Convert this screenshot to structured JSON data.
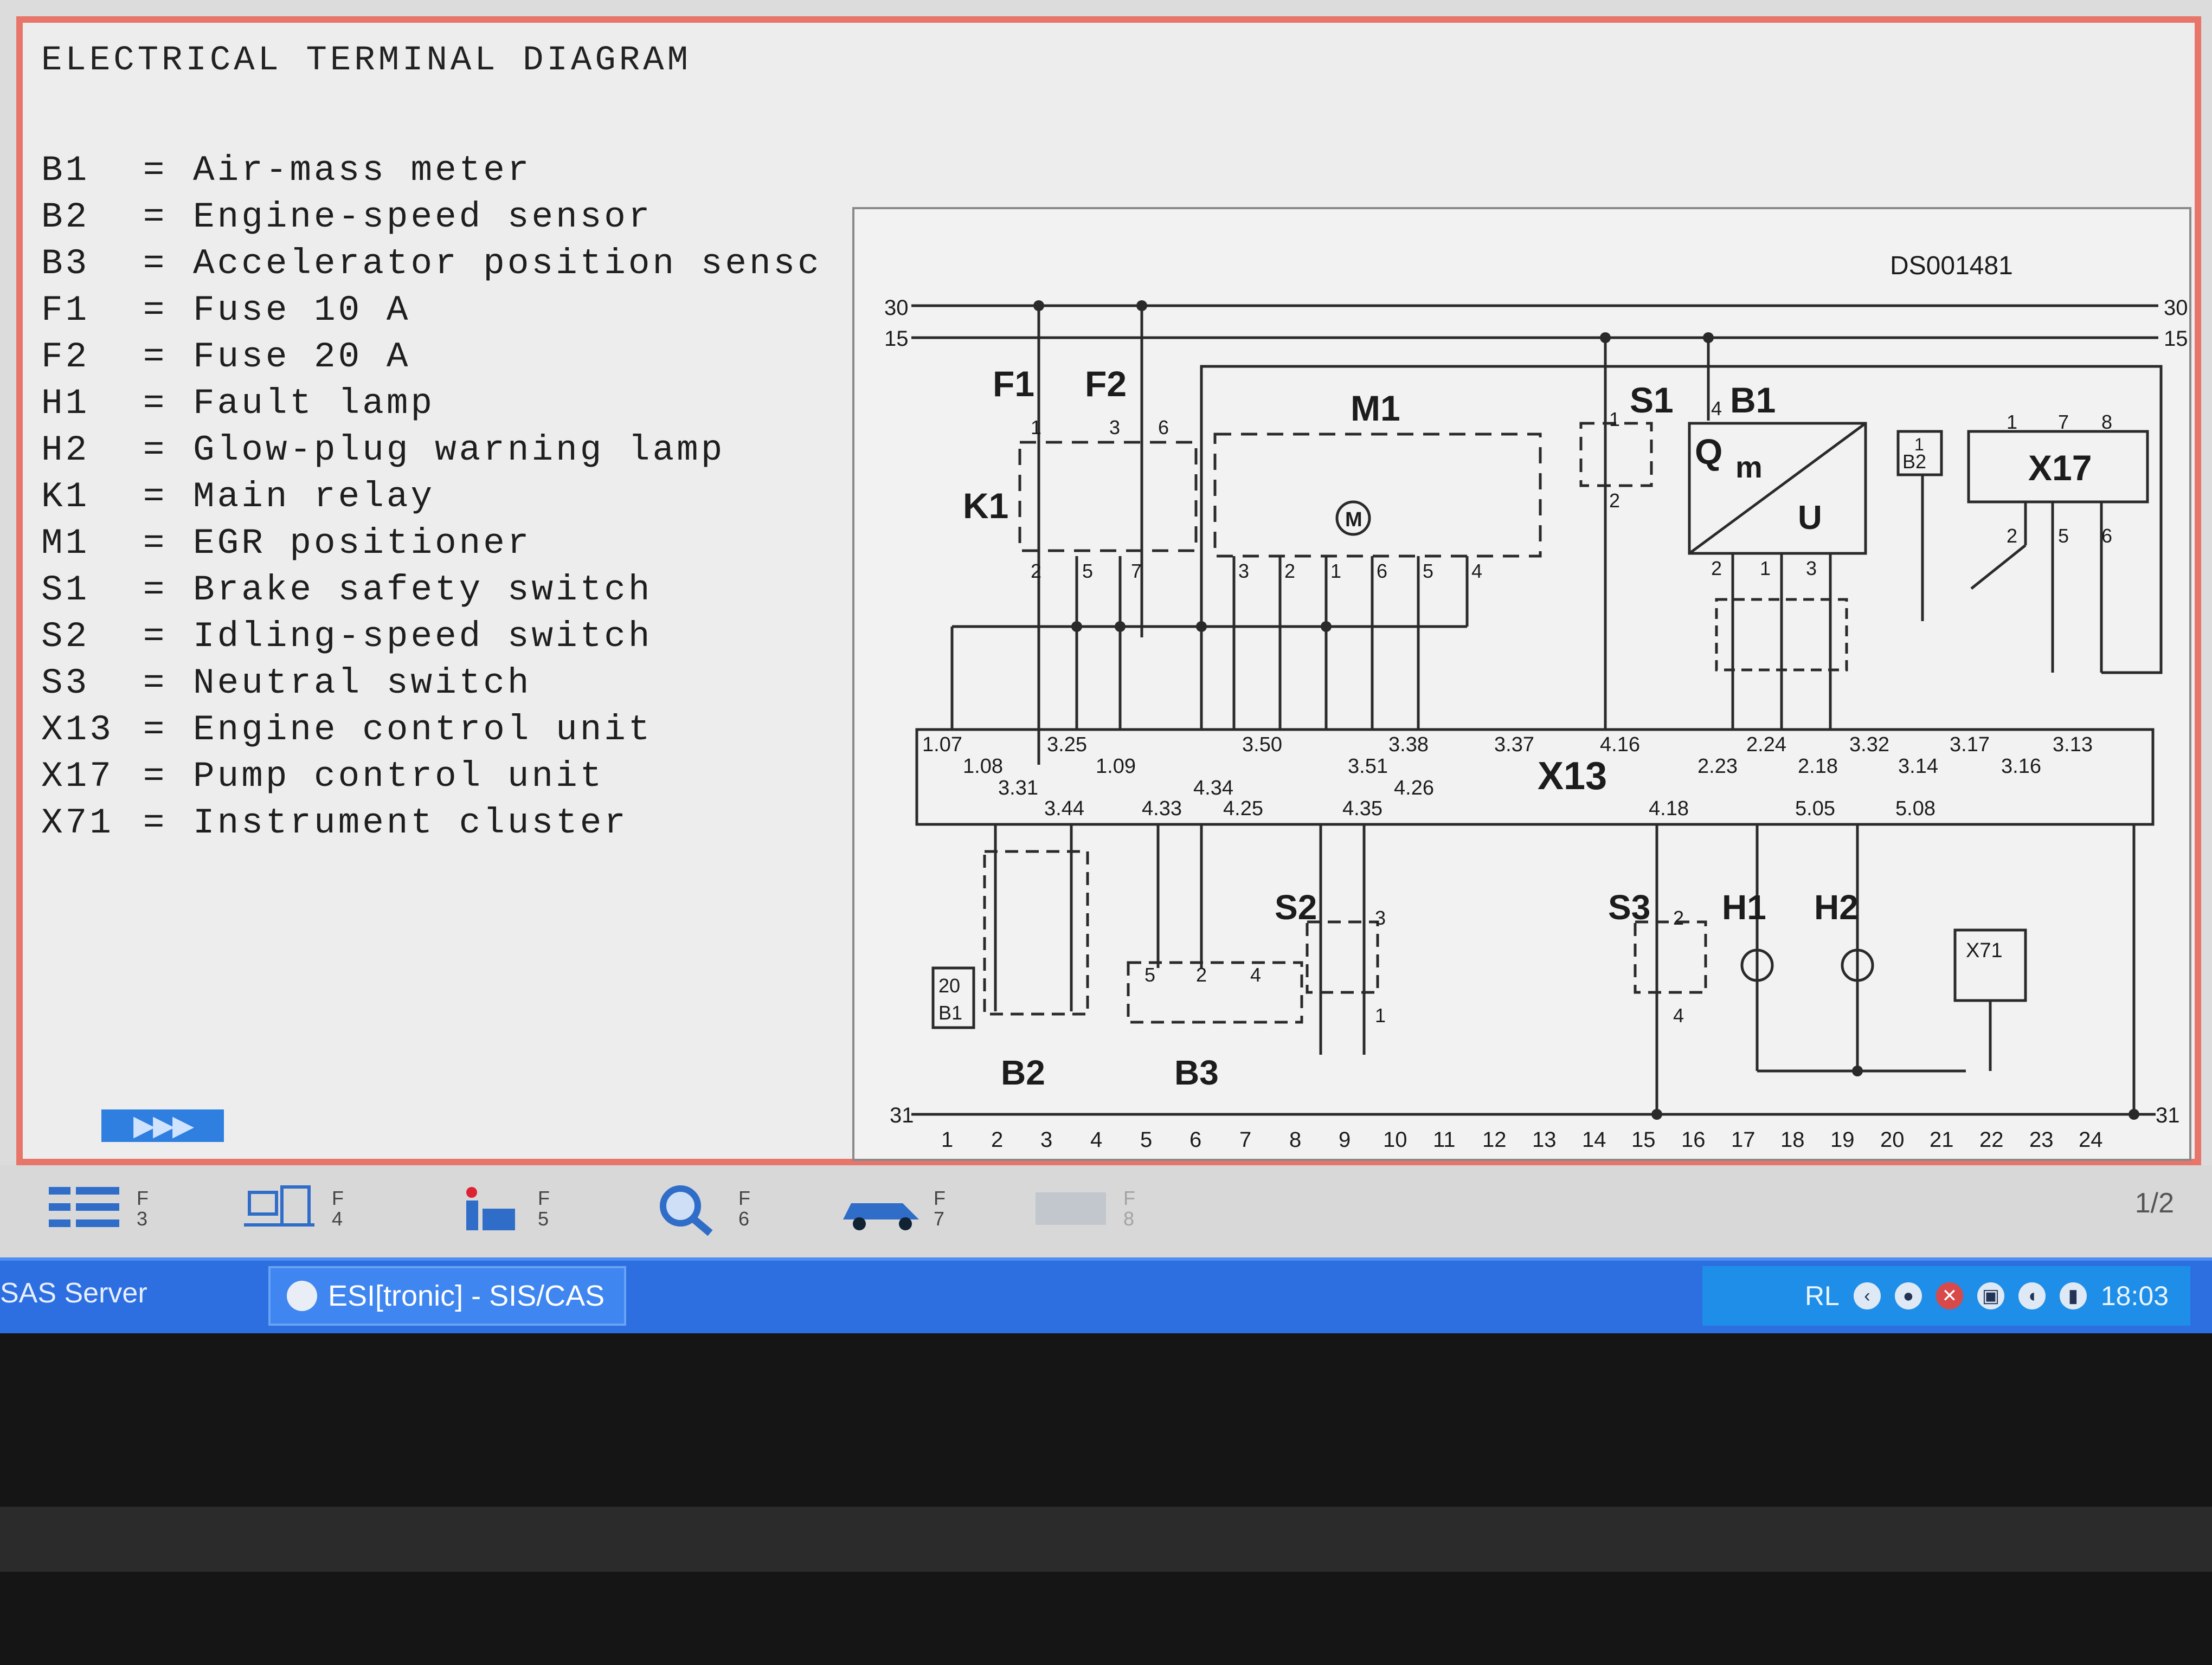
{
  "window": {
    "legend_title": "ELECTRICAL TERMINAL DIAGRAM",
    "legend": [
      {
        "code": "B1",
        "eq": "=",
        "desc": "Air-mass meter"
      },
      {
        "code": "B2",
        "eq": "=",
        "desc": "Engine-speed sensor"
      },
      {
        "code": "B3",
        "eq": "=",
        "desc": "Accelerator position sensc"
      },
      {
        "code": "F1",
        "eq": "=",
        "desc": "Fuse 10 A"
      },
      {
        "code": "F2",
        "eq": "=",
        "desc": "Fuse 20 A"
      },
      {
        "code": "H1",
        "eq": "=",
        "desc": "Fault lamp"
      },
      {
        "code": "H2",
        "eq": "=",
        "desc": "Glow-plug warning lamp"
      },
      {
        "code": "K1",
        "eq": "=",
        "desc": "Main relay"
      },
      {
        "code": "M1",
        "eq": "=",
        "desc": "EGR positioner"
      },
      {
        "code": "S1",
        "eq": "=",
        "desc": "Brake safety switch"
      },
      {
        "code": "S2",
        "eq": "=",
        "desc": "Idling-speed switch"
      },
      {
        "code": "S3",
        "eq": "=",
        "desc": "Neutral switch"
      },
      {
        "code": "X13",
        "eq": "=",
        "desc": "Engine control unit"
      },
      {
        "code": "X17",
        "eq": "=",
        "desc": "Pump control unit"
      },
      {
        "code": "X71",
        "eq": "=",
        "desc": "Instrument cluster"
      }
    ],
    "nav_arrows": "▶▶▶"
  },
  "diagram": {
    "id": "DS001481",
    "rails": {
      "r30": "30",
      "r15": "15",
      "r31": "31"
    },
    "components": {
      "F1": "F1",
      "F2": "F2",
      "K1": "K1",
      "M1": "M1",
      "S1": "S1",
      "B1": "B1",
      "X17": "X17",
      "X13": "X13",
      "B2": "B2",
      "B3": "B3",
      "S2": "S2",
      "S3": "S3",
      "H1": "H1",
      "H2": "H2",
      "X71": "X71",
      "B2_small": "B2",
      "M": "M",
      "Q": "Q",
      "m": "m",
      "U": "U",
      "conn_20": "20",
      "conn_B1": "B1"
    },
    "pins": {
      "k1": [
        "1",
        "3",
        "6",
        "2",
        "5",
        "7"
      ],
      "m1": [
        "3",
        "2",
        "1",
        "6",
        "5",
        "4"
      ],
      "s1": [
        "1",
        "2",
        "4"
      ],
      "b1": [
        "2",
        "1",
        "3"
      ],
      "b2s": [
        "1"
      ],
      "x17": [
        "1",
        "7",
        "8",
        "2",
        "5",
        "6"
      ],
      "b3": [
        "5",
        "2",
        "4"
      ],
      "s2": [
        "3",
        "1"
      ],
      "s3": [
        "2",
        "4"
      ]
    },
    "x13_top_row1": [
      "1.07",
      "3.25",
      "3.50",
      "3.38",
      "3.37",
      "4.16",
      "2.24",
      "3.32",
      "3.17",
      "3.13"
    ],
    "x13_top_row2": [
      "1.08",
      "1.09",
      "3.51",
      "2.23",
      "2.18",
      "3.14",
      "3.16"
    ],
    "x13_bot_row1": [
      "3.31",
      "4.34",
      "4.26"
    ],
    "x13_bot_row2": [
      "3.44",
      "4.33",
      "4.25",
      "4.35",
      "4.18",
      "5.05",
      "5.08"
    ],
    "grid_numbers": [
      "1",
      "2",
      "3",
      "4",
      "5",
      "6",
      "7",
      "8",
      "9",
      "10",
      "11",
      "12",
      "13",
      "14",
      "15",
      "16",
      "17",
      "18",
      "19",
      "20",
      "21",
      "22",
      "23",
      "24"
    ]
  },
  "toolbar": {
    "fkeys": [
      "F 3",
      "F 4",
      "F 5",
      "F 6",
      "F 7",
      "F 8"
    ],
    "page_indicator": "1/2"
  },
  "taskbar": {
    "left_label": "SAS Server",
    "task_label": "ESI[tronic] - SIS/CAS",
    "tray_lang": "RL",
    "clock": "18:03"
  },
  "colors": {
    "window_border": "#e8756a",
    "taskbar": "#2d6fe0",
    "tray": "#1e8ee8"
  }
}
